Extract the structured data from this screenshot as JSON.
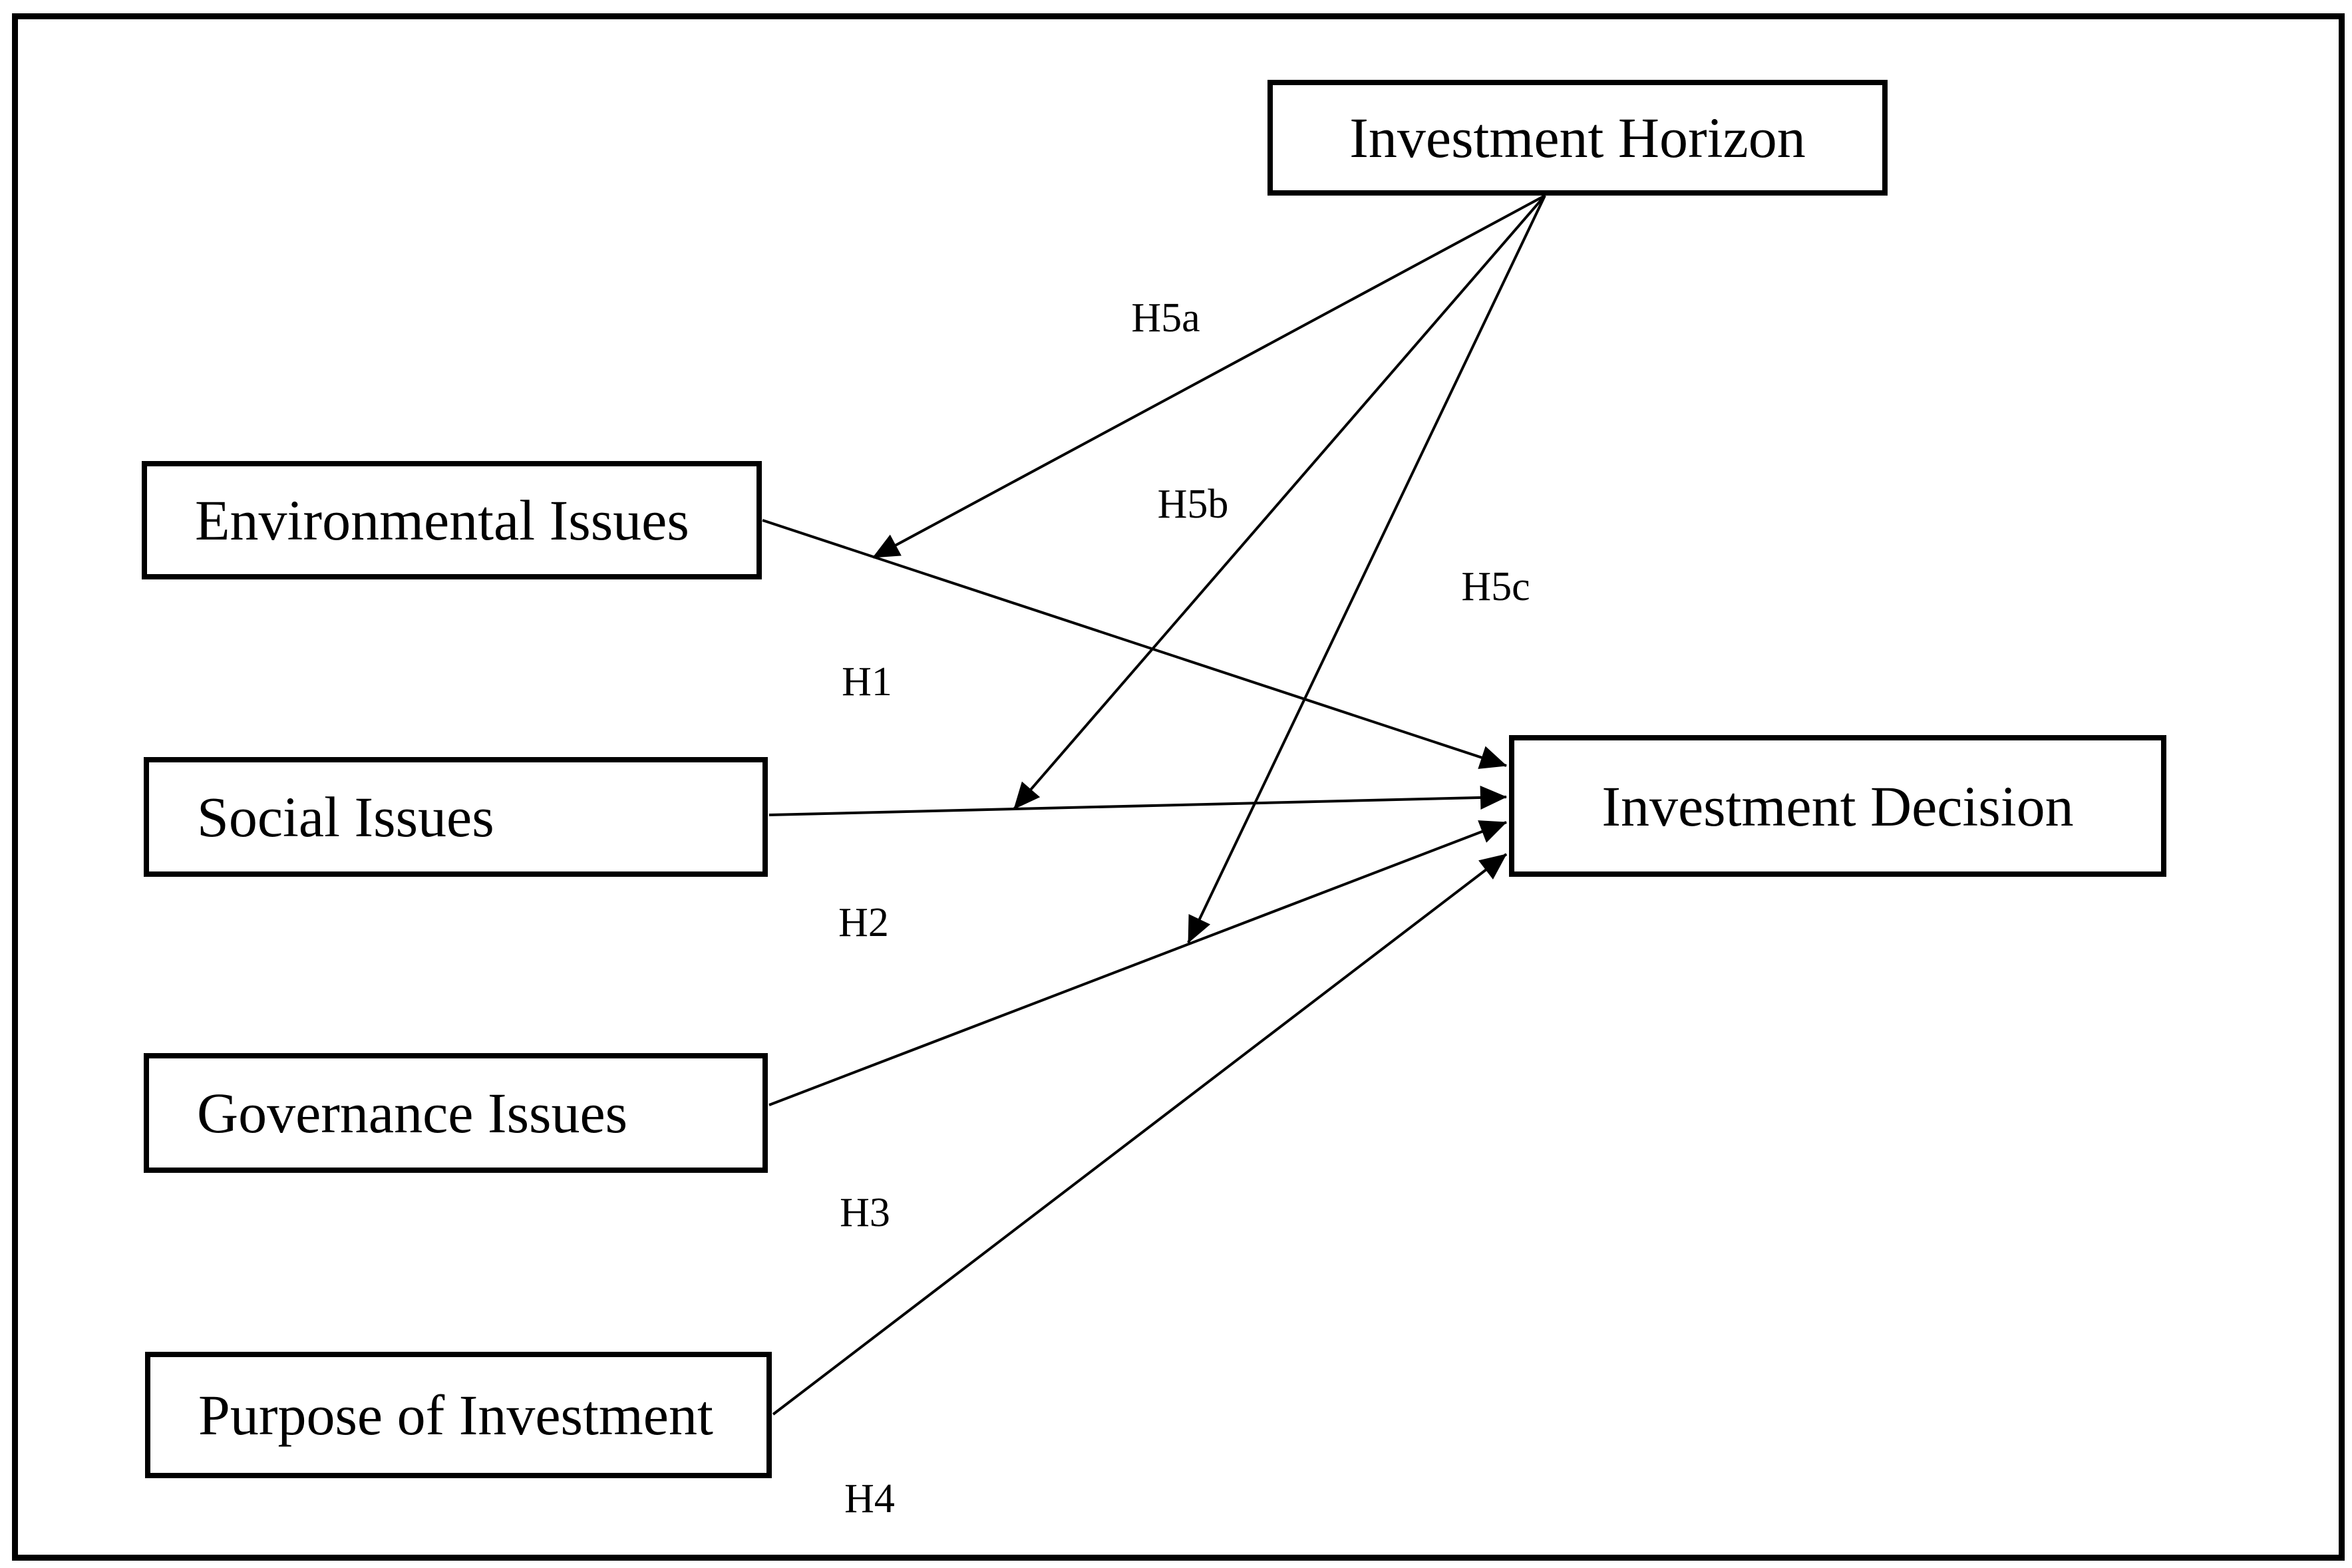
{
  "diagram": {
    "nodes": {
      "horizon": {
        "label": "Investment Horizon"
      },
      "environmental": {
        "label": "Environmental Issues"
      },
      "social": {
        "label": "Social Issues"
      },
      "governance": {
        "label": "Governance Issues"
      },
      "purpose": {
        "label": "Purpose of Investment"
      },
      "decision": {
        "label": "Investment Decision"
      }
    },
    "path_labels": {
      "h1": "H1",
      "h2": "H2",
      "h3": "H3",
      "h4": "H4",
      "h5a": "H5a",
      "h5b": "H5b",
      "h5c": "H5c"
    },
    "edges": [
      {
        "label": "H1",
        "from": "Environmental Issues",
        "to": "Investment Decision"
      },
      {
        "label": "H2",
        "from": "Social Issues",
        "to": "Investment Decision"
      },
      {
        "label": "H3",
        "from": "Governance Issues",
        "to": "Investment Decision"
      },
      {
        "label": "H4",
        "from": "Purpose of Investment",
        "to": "Investment Decision"
      },
      {
        "label": "H5a",
        "from": "Investment Horizon",
        "to": "H1 path"
      },
      {
        "label": "H5b",
        "from": "Investment Horizon",
        "to": "H2 path"
      },
      {
        "label": "H5c",
        "from": "Investment Horizon",
        "to": "H3 path"
      }
    ],
    "colors": {
      "ink": "#000000",
      "background": "#ffffff"
    }
  }
}
